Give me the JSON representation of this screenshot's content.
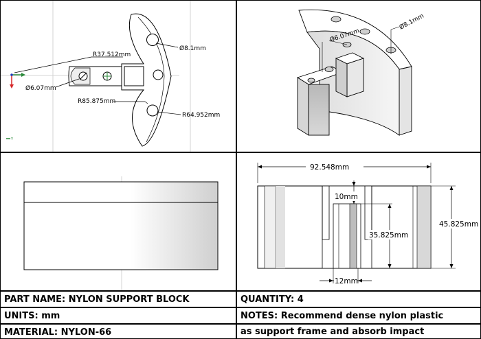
{
  "views": {
    "top": {
      "dimensions": {
        "radius_inner": "R37.512mm",
        "hole_large": "Ø8.1mm",
        "hole_small": "Ø6.07mm",
        "radius_mid": "R85.875mm",
        "radius_outer": "R64.952mm"
      },
      "axis_label": "Y"
    },
    "isometric": {
      "dimensions": {
        "hole_small": "Ø6.07mm",
        "hole_large": "Ø8.1mm"
      }
    },
    "side": {
      "dimensions": {
        "overall_width": "92.548mm",
        "slot_depth": "10mm",
        "inner_height": "35.825mm",
        "overall_height": "45.825mm",
        "slot_width": "12mm"
      }
    }
  },
  "title_block": {
    "part_name": "PART NAME: NYLON SUPPORT BLOCK",
    "quantity": "QUANTITY: 4",
    "units": "UNITS: mm",
    "notes_line1": "NOTES:  Recommend dense nylon plastic",
    "material": "MATERIAL: NYLON-66",
    "notes_line2": "as support frame and absorb impact"
  },
  "colors": {
    "axis_x": "#d62728",
    "axis_y": "#2a8a3a",
    "axis_z": "#1f3fbf"
  }
}
